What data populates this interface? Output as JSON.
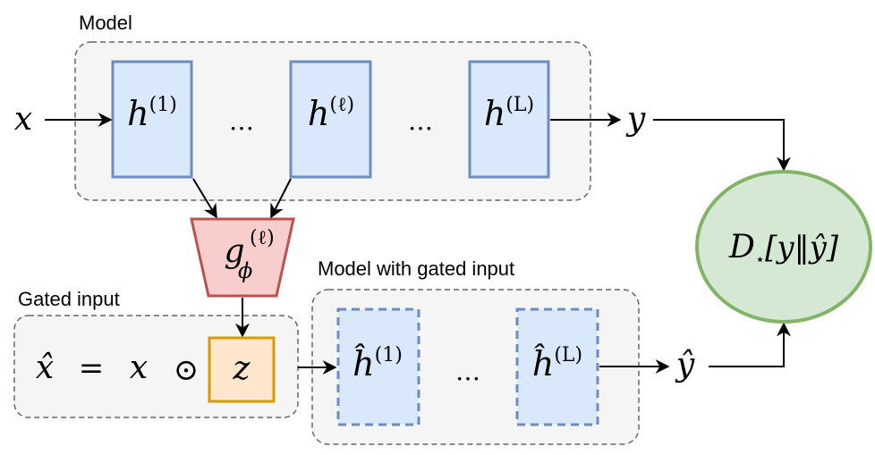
{
  "groups": {
    "model": {
      "label": "Model"
    },
    "gated_model": {
      "label": "Model with gated input"
    },
    "gated_input": {
      "label": "Gated input"
    }
  },
  "model": {
    "input": "x",
    "output": "y",
    "layer_first": {
      "base": "h",
      "sup": "(1)"
    },
    "layer_mid": {
      "base": "h",
      "sup": "(ℓ)"
    },
    "layer_last": {
      "base": "h",
      "sup": "(L)"
    },
    "ellipsis": "…"
  },
  "gate": {
    "base": "g",
    "sub": "ϕ",
    "sup": "(ℓ)"
  },
  "gated_input": {
    "xhat": "x̂",
    "equals": "=",
    "x": "x",
    "odot": "⊙",
    "z": "z"
  },
  "gated_model": {
    "layer_first": {
      "base": "ĥ",
      "sup": "(1)"
    },
    "layer_last": {
      "base": "ĥ",
      "sup": "(L)"
    },
    "ellipsis": "…",
    "output": "ŷ"
  },
  "divergence": {
    "D": "D",
    "star": "⋆",
    "expr": "[y‖ŷ]"
  },
  "colors": {
    "layer_fill": "#dae8fc",
    "layer_stroke": "#6c8ebf",
    "gate_fill": "#f8cecc",
    "gate_stroke": "#b85450",
    "z_fill": "#ffe6cc",
    "z_stroke": "#d79b00",
    "div_fill": "#d5e8d4",
    "div_stroke": "#82b366",
    "group_fill": "#f5f5f5",
    "group_stroke": "#666666"
  }
}
